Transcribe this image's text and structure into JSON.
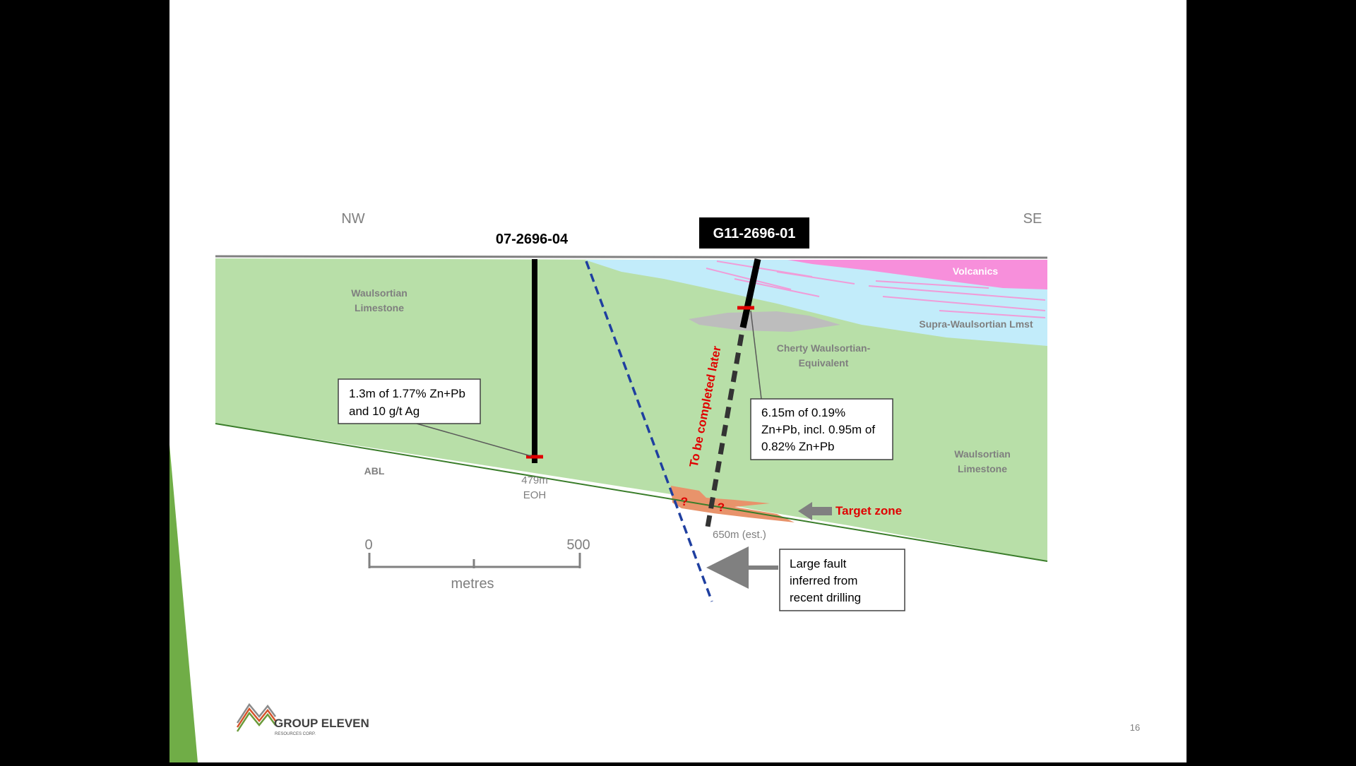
{
  "orientation": {
    "left": "NW",
    "right": "SE"
  },
  "holes": {
    "hole1": {
      "label": "07-2696-04",
      "depth_label": "479m",
      "eoh_label": "EOH"
    },
    "hole2": {
      "label": "G11-2696-01",
      "depth_label": "650m (est.)",
      "pending_label": "To be completed later"
    }
  },
  "units": {
    "volcanics": "Volcanics",
    "supra": "Supra-Waulsortian Lmst",
    "waul_left_1": "Waulsortian",
    "waul_left_2": "Limestone",
    "waul_right_1": "Waulsortian",
    "waul_right_2": "Limestone",
    "cherty_1": "Cherty Waulsortian-",
    "cherty_2": "Equivalent",
    "abl": "ABL"
  },
  "callouts": {
    "hole1_result": [
      "1.3m of 1.77% Zn+Pb",
      "and 10 g/t Ag"
    ],
    "hole2_result": [
      "6.15m of 0.19%",
      "Zn+Pb, incl. 0.95m of",
      "0.82% Zn+Pb"
    ],
    "fault": [
      "Large fault",
      "inferred from",
      "recent drilling"
    ],
    "target": "Target zone",
    "question": "?"
  },
  "scale": {
    "min": "0",
    "max": "500",
    "unit": "metres"
  },
  "footer": {
    "logo_text": "GROUP ELEVEN",
    "logo_sub": "RESOURCES CORP.",
    "page_number": "16"
  },
  "colors": {
    "limestone": "#b8dfa8",
    "supra": "#c2ecfa",
    "volcanics": "#f78fdb",
    "cherty": "#bdbdbd",
    "target": "#e8936b",
    "fault": "#1f3fa0",
    "highlight_red": "#e00000",
    "accent_green": "#70ad47"
  }
}
